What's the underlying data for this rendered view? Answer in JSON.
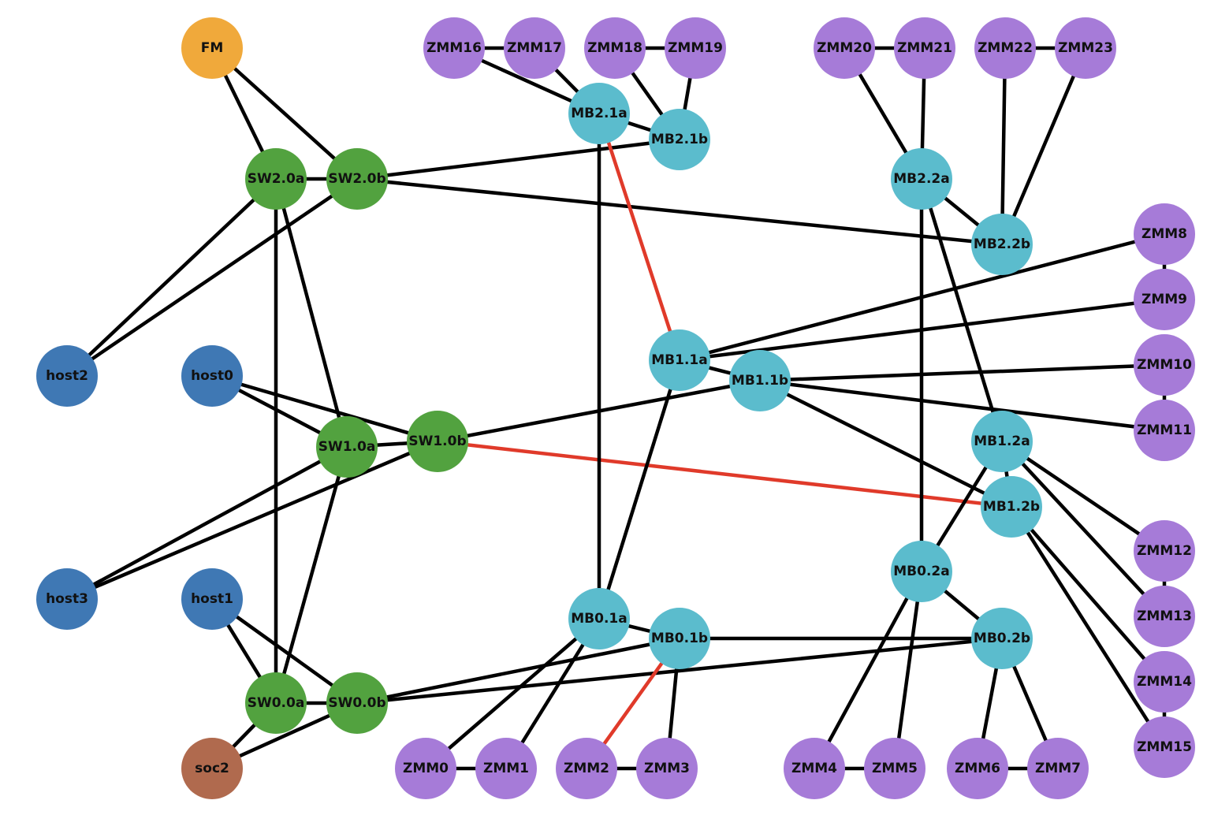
{
  "diagram": {
    "type": "network-topology-graph",
    "node_types": {
      "fabric_manager": {
        "color": "#f0a93b"
      },
      "switch": {
        "color": "#52a23f"
      },
      "host": {
        "color": "#3f78b4"
      },
      "soc": {
        "color": "#b06a4e"
      },
      "memory_box": {
        "color": "#5bbccd"
      },
      "zmm": {
        "color": "#a67bd8"
      }
    },
    "edge_colors": {
      "normal": "#000000",
      "highlighted": "#e03a2a"
    },
    "nodes": [
      {
        "id": "FM",
        "label": "FM",
        "type": "fabric_manager"
      },
      {
        "id": "SW2.0a",
        "label": "SW2.0a",
        "type": "switch"
      },
      {
        "id": "SW2.0b",
        "label": "SW2.0b",
        "type": "switch"
      },
      {
        "id": "SW1.0a",
        "label": "SW1.0a",
        "type": "switch"
      },
      {
        "id": "SW1.0b",
        "label": "SW1.0b",
        "type": "switch"
      },
      {
        "id": "SW0.0a",
        "label": "SW0.0a",
        "type": "switch"
      },
      {
        "id": "SW0.0b",
        "label": "SW0.0b",
        "type": "switch"
      },
      {
        "id": "host0",
        "label": "host0",
        "type": "host"
      },
      {
        "id": "host1",
        "label": "host1",
        "type": "host"
      },
      {
        "id": "host2",
        "label": "host2",
        "type": "host"
      },
      {
        "id": "host3",
        "label": "host3",
        "type": "host"
      },
      {
        "id": "soc2",
        "label": "soc2",
        "type": "soc"
      },
      {
        "id": "MB2.1a",
        "label": "MB2.1a",
        "type": "memory_box"
      },
      {
        "id": "MB2.1b",
        "label": "MB2.1b",
        "type": "memory_box"
      },
      {
        "id": "MB2.2a",
        "label": "MB2.2a",
        "type": "memory_box"
      },
      {
        "id": "MB2.2b",
        "label": "MB2.2b",
        "type": "memory_box"
      },
      {
        "id": "MB1.1a",
        "label": "MB1.1a",
        "type": "memory_box"
      },
      {
        "id": "MB1.1b",
        "label": "MB1.1b",
        "type": "memory_box"
      },
      {
        "id": "MB1.2a",
        "label": "MB1.2a",
        "type": "memory_box"
      },
      {
        "id": "MB1.2b",
        "label": "MB1.2b",
        "type": "memory_box"
      },
      {
        "id": "MB0.1a",
        "label": "MB0.1a",
        "type": "memory_box"
      },
      {
        "id": "MB0.1b",
        "label": "MB0.1b",
        "type": "memory_box"
      },
      {
        "id": "MB0.2a",
        "label": "MB0.2a",
        "type": "memory_box"
      },
      {
        "id": "MB0.2b",
        "label": "MB0.2b",
        "type": "memory_box"
      },
      {
        "id": "ZMM0",
        "label": "ZMM0",
        "type": "zmm"
      },
      {
        "id": "ZMM1",
        "label": "ZMM1",
        "type": "zmm"
      },
      {
        "id": "ZMM2",
        "label": "ZMM2",
        "type": "zmm"
      },
      {
        "id": "ZMM3",
        "label": "ZMM3",
        "type": "zmm"
      },
      {
        "id": "ZMM4",
        "label": "ZMM4",
        "type": "zmm"
      },
      {
        "id": "ZMM5",
        "label": "ZMM5",
        "type": "zmm"
      },
      {
        "id": "ZMM6",
        "label": "ZMM6",
        "type": "zmm"
      },
      {
        "id": "ZMM7",
        "label": "ZMM7",
        "type": "zmm"
      },
      {
        "id": "ZMM8",
        "label": "ZMM8",
        "type": "zmm"
      },
      {
        "id": "ZMM9",
        "label": "ZMM9",
        "type": "zmm"
      },
      {
        "id": "ZMM10",
        "label": "ZMM10",
        "type": "zmm"
      },
      {
        "id": "ZMM11",
        "label": "ZMM11",
        "type": "zmm"
      },
      {
        "id": "ZMM12",
        "label": "ZMM12",
        "type": "zmm"
      },
      {
        "id": "ZMM13",
        "label": "ZMM13",
        "type": "zmm"
      },
      {
        "id": "ZMM14",
        "label": "ZMM14",
        "type": "zmm"
      },
      {
        "id": "ZMM15",
        "label": "ZMM15",
        "type": "zmm"
      },
      {
        "id": "ZMM16",
        "label": "ZMM16",
        "type": "zmm"
      },
      {
        "id": "ZMM17",
        "label": "ZMM17",
        "type": "zmm"
      },
      {
        "id": "ZMM18",
        "label": "ZMM18",
        "type": "zmm"
      },
      {
        "id": "ZMM19",
        "label": "ZMM19",
        "type": "zmm"
      },
      {
        "id": "ZMM20",
        "label": "ZMM20",
        "type": "zmm"
      },
      {
        "id": "ZMM21",
        "label": "ZMM21",
        "type": "zmm"
      },
      {
        "id": "ZMM22",
        "label": "ZMM22",
        "type": "zmm"
      },
      {
        "id": "ZMM23",
        "label": "ZMM23",
        "type": "zmm"
      }
    ],
    "edges": [
      {
        "source": "FM",
        "target": "SW2.0a",
        "highlighted": false
      },
      {
        "source": "FM",
        "target": "SW2.0b",
        "highlighted": false
      },
      {
        "source": "SW2.0a",
        "target": "SW2.0b",
        "highlighted": false
      },
      {
        "source": "SW2.0a",
        "target": "host2",
        "highlighted": false
      },
      {
        "source": "SW2.0b",
        "target": "host2",
        "highlighted": false
      },
      {
        "source": "SW2.0a",
        "target": "SW0.0a",
        "highlighted": false
      },
      {
        "source": "SW2.0a",
        "target": "SW1.0a",
        "highlighted": false
      },
      {
        "source": "SW2.0b",
        "target": "MB2.1b",
        "highlighted": false
      },
      {
        "source": "SW2.0b",
        "target": "MB2.2b",
        "highlighted": false
      },
      {
        "source": "host0",
        "target": "SW1.0a",
        "highlighted": false
      },
      {
        "source": "host0",
        "target": "SW1.0b",
        "highlighted": false
      },
      {
        "source": "SW1.0a",
        "target": "SW1.0b",
        "highlighted": false
      },
      {
        "source": "SW1.0a",
        "target": "host3",
        "highlighted": false
      },
      {
        "source": "SW1.0b",
        "target": "host3",
        "highlighted": false
      },
      {
        "source": "SW1.0a",
        "target": "SW0.0a",
        "highlighted": false
      },
      {
        "source": "SW1.0b",
        "target": "MB1.1b",
        "highlighted": false
      },
      {
        "source": "SW1.0b",
        "target": "MB1.2b",
        "highlighted": true
      },
      {
        "source": "host1",
        "target": "SW0.0a",
        "highlighted": false
      },
      {
        "source": "host1",
        "target": "SW0.0b",
        "highlighted": false
      },
      {
        "source": "SW0.0a",
        "target": "SW0.0b",
        "highlighted": false
      },
      {
        "source": "SW0.0a",
        "target": "soc2",
        "highlighted": false
      },
      {
        "source": "SW0.0b",
        "target": "soc2",
        "highlighted": false
      },
      {
        "source": "SW0.0b",
        "target": "MB0.1b",
        "highlighted": false
      },
      {
        "source": "SW0.0b",
        "target": "MB0.2b",
        "highlighted": false
      },
      {
        "source": "ZMM16",
        "target": "ZMM17",
        "highlighted": false
      },
      {
        "source": "ZMM18",
        "target": "ZMM19",
        "highlighted": false
      },
      {
        "source": "ZMM20",
        "target": "ZMM21",
        "highlighted": false
      },
      {
        "source": "ZMM22",
        "target": "ZMM23",
        "highlighted": false
      },
      {
        "source": "ZMM16",
        "target": "MB2.1a",
        "highlighted": false
      },
      {
        "source": "ZMM17",
        "target": "MB2.1a",
        "highlighted": false
      },
      {
        "source": "ZMM18",
        "target": "MB2.1b",
        "highlighted": false
      },
      {
        "source": "ZMM19",
        "target": "MB2.1b",
        "highlighted": false
      },
      {
        "source": "MB2.1a",
        "target": "MB2.1b",
        "highlighted": false
      },
      {
        "source": "MB2.1a",
        "target": "MB0.1a",
        "highlighted": false
      },
      {
        "source": "MB2.1a",
        "target": "MB1.1a",
        "highlighted": true
      },
      {
        "source": "ZMM20",
        "target": "MB2.2a",
        "highlighted": false
      },
      {
        "source": "ZMM21",
        "target": "MB2.2a",
        "highlighted": false
      },
      {
        "source": "ZMM22",
        "target": "MB2.2b",
        "highlighted": false
      },
      {
        "source": "ZMM23",
        "target": "MB2.2b",
        "highlighted": false
      },
      {
        "source": "MB2.2a",
        "target": "MB2.2b",
        "highlighted": false
      },
      {
        "source": "MB2.2a",
        "target": "MB0.2a",
        "highlighted": false
      },
      {
        "source": "MB2.2a",
        "target": "MB1.2a",
        "highlighted": false
      },
      {
        "source": "MB1.1a",
        "target": "MB1.1b",
        "highlighted": false
      },
      {
        "source": "MB1.1a",
        "target": "ZMM8",
        "highlighted": false
      },
      {
        "source": "MB1.1a",
        "target": "ZMM9",
        "highlighted": false
      },
      {
        "source": "MB1.1a",
        "target": "MB0.1a",
        "highlighted": false
      },
      {
        "source": "MB1.1b",
        "target": "ZMM10",
        "highlighted": false
      },
      {
        "source": "MB1.1b",
        "target": "ZMM11",
        "highlighted": false
      },
      {
        "source": "MB1.1b",
        "target": "MB1.2b",
        "highlighted": false
      },
      {
        "source": "ZMM8",
        "target": "ZMM9",
        "highlighted": false
      },
      {
        "source": "ZMM10",
        "target": "ZMM11",
        "highlighted": false
      },
      {
        "source": "MB1.2a",
        "target": "MB1.2b",
        "highlighted": false
      },
      {
        "source": "MB1.2a",
        "target": "MB0.2a",
        "highlighted": false
      },
      {
        "source": "MB1.2a",
        "target": "ZMM12",
        "highlighted": false
      },
      {
        "source": "MB1.2a",
        "target": "ZMM13",
        "highlighted": false
      },
      {
        "source": "MB1.2b",
        "target": "ZMM14",
        "highlighted": false
      },
      {
        "source": "MB1.2b",
        "target": "ZMM15",
        "highlighted": false
      },
      {
        "source": "ZMM12",
        "target": "ZMM13",
        "highlighted": false
      },
      {
        "source": "ZMM14",
        "target": "ZMM15",
        "highlighted": false
      },
      {
        "source": "MB0.1a",
        "target": "MB0.1b",
        "highlighted": false
      },
      {
        "source": "MB0.1a",
        "target": "ZMM0",
        "highlighted": false
      },
      {
        "source": "MB0.1a",
        "target": "ZMM1",
        "highlighted": false
      },
      {
        "source": "MB0.1b",
        "target": "ZMM2",
        "highlighted": true
      },
      {
        "source": "MB0.1b",
        "target": "ZMM3",
        "highlighted": false
      },
      {
        "source": "MB0.1b",
        "target": "MB0.2b",
        "highlighted": false
      },
      {
        "source": "ZMM0",
        "target": "ZMM1",
        "highlighted": false
      },
      {
        "source": "ZMM2",
        "target": "ZMM3",
        "highlighted": false
      },
      {
        "source": "MB0.2a",
        "target": "MB0.2b",
        "highlighted": false
      },
      {
        "source": "MB0.2a",
        "target": "ZMM4",
        "highlighted": false
      },
      {
        "source": "MB0.2a",
        "target": "ZMM5",
        "highlighted": false
      },
      {
        "source": "MB0.2b",
        "target": "ZMM6",
        "highlighted": false
      },
      {
        "source": "MB0.2b",
        "target": "ZMM7",
        "highlighted": false
      },
      {
        "source": "ZMM4",
        "target": "ZMM5",
        "highlighted": false
      },
      {
        "source": "ZMM6",
        "target": "ZMM7",
        "highlighted": false
      }
    ]
  }
}
